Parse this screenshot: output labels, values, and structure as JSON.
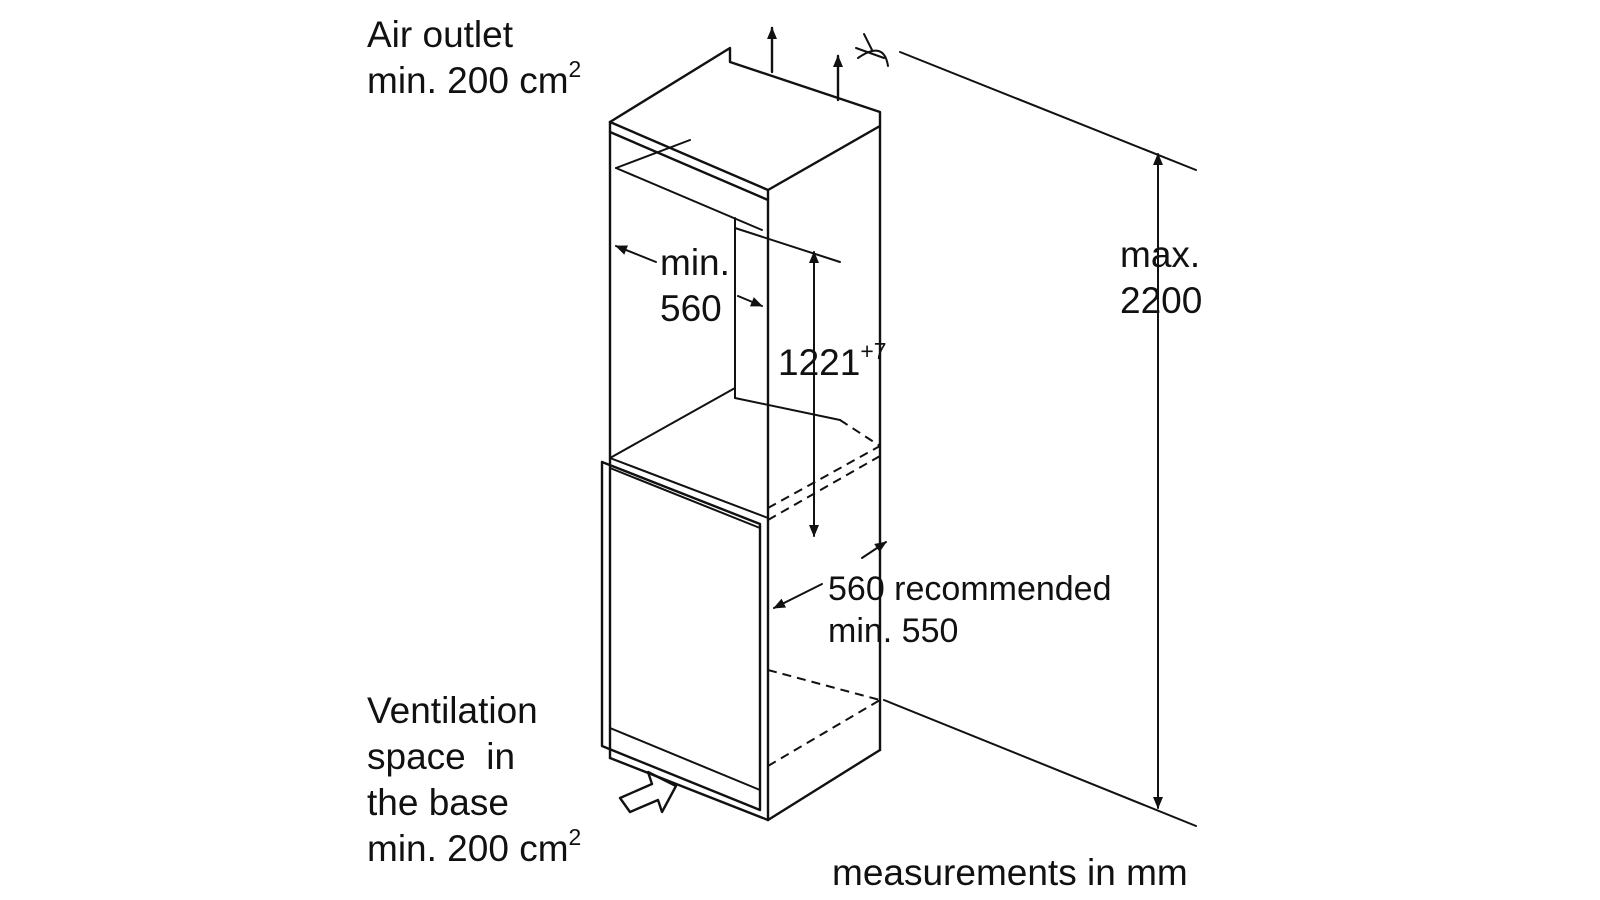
{
  "labels": {
    "air_outlet": {
      "line1": "Air outlet",
      "line2": "min. 200 cm",
      "line2_sup": "2"
    },
    "min_width": {
      "line1": "min.",
      "line2": "560"
    },
    "niche_height": {
      "value": "1221",
      "tolerance": "+7"
    },
    "max_height": {
      "line1": "max.",
      "line2": "2200"
    },
    "depth": {
      "line1": "560 recommended",
      "line2": "min. 550"
    },
    "ventilation": {
      "line1": "Ventilation",
      "line2": "space  in",
      "line3": "the base",
      "line4": "min. 200 cm",
      "line4_sup": "2"
    },
    "units_note": "measurements in mm"
  },
  "colors": {
    "line": "#111111",
    "background": "#ffffff"
  },
  "icons": {
    "air_out_arrows": "arrow-up-icon",
    "ventilation_arrow": "arrow-right-outline-icon",
    "tilt_symbol": "tilt-icon"
  }
}
